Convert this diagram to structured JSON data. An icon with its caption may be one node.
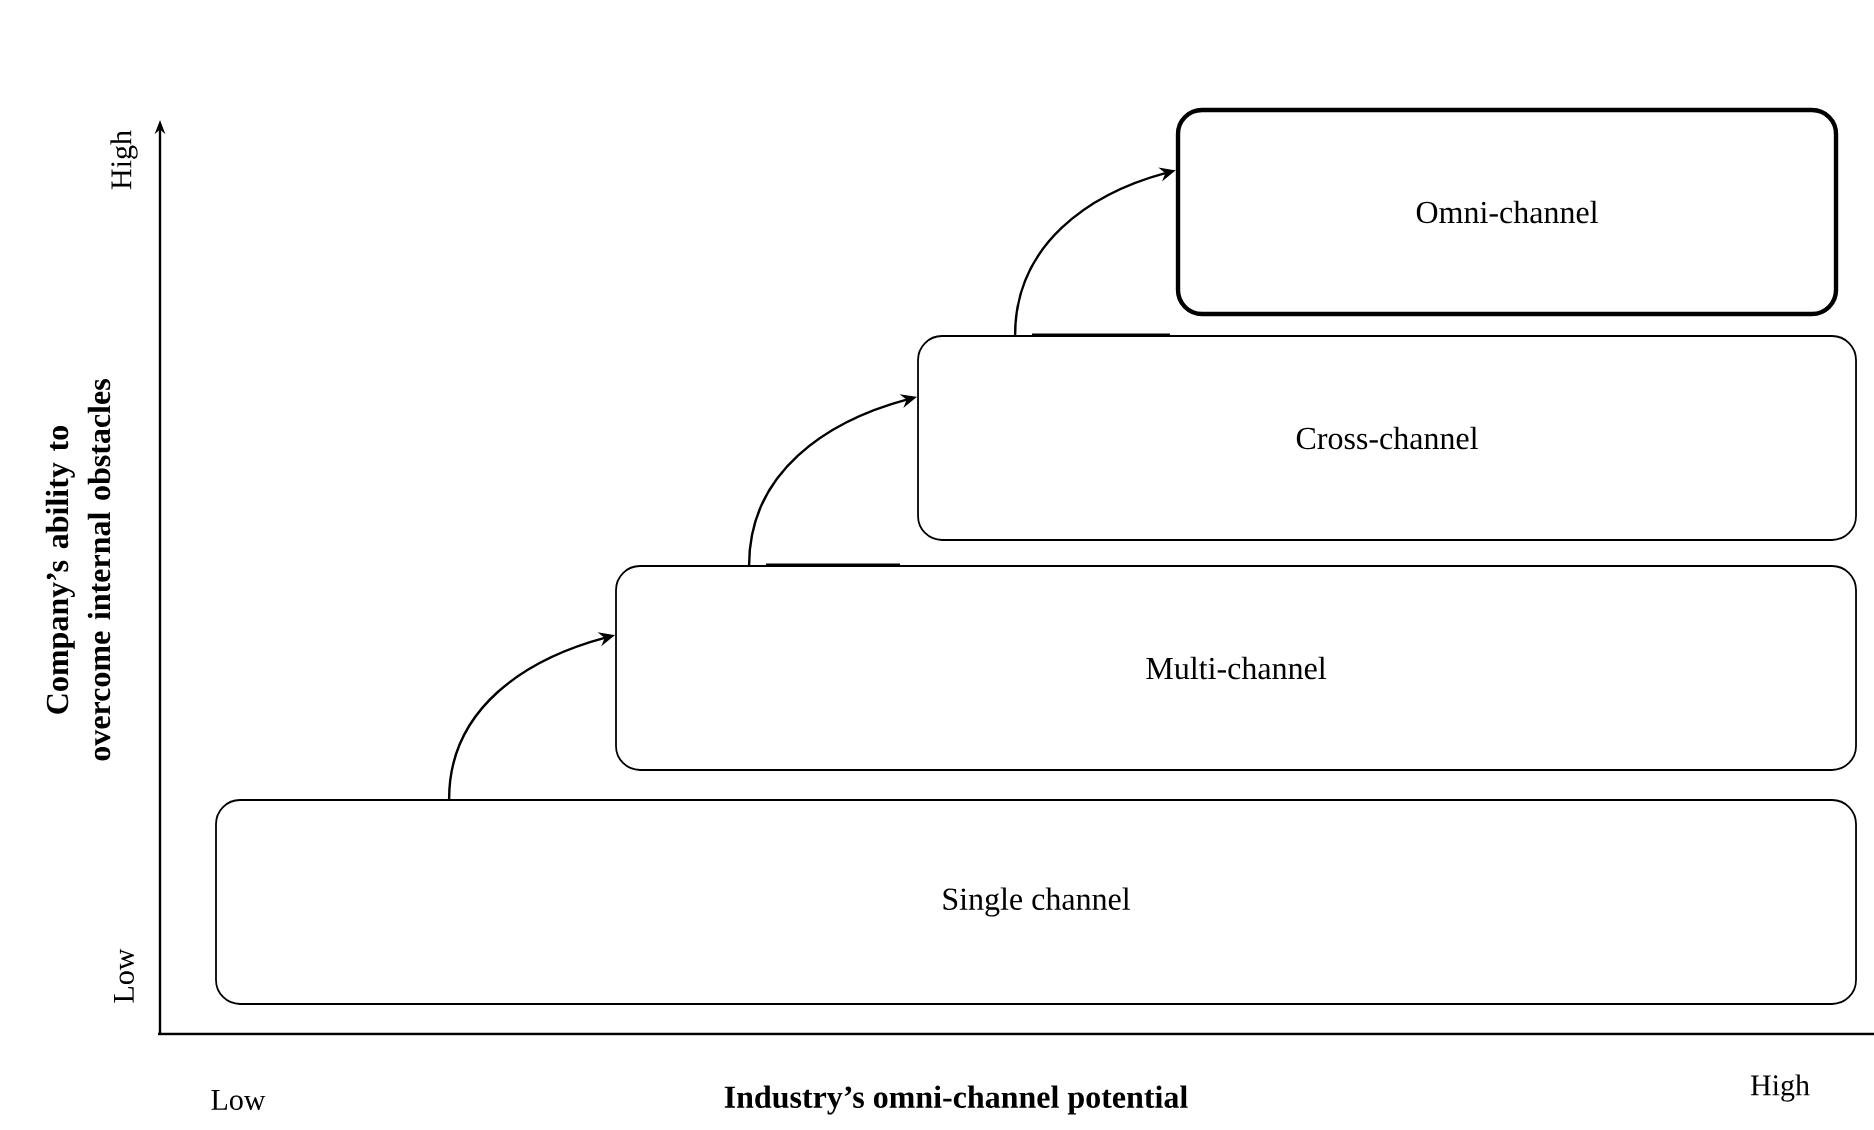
{
  "diagram": {
    "nodes": [
      {
        "text": [
          "Single channel"
        ]
      },
      {
        "text": [
          "Multi-channel"
        ]
      },
      {
        "text": [
          "Cross-channel"
        ]
      },
      {
        "text": [
          "Omni-channel"
        ]
      }
    ],
    "edges": [
      {
        "from": 0,
        "to": 1,
        "arrow": "to"
      },
      {
        "from": 1,
        "to": 2,
        "arrow": "to"
      },
      {
        "from": 2,
        "to": 3,
        "arrow": "to"
      }
    ],
    "labels": [
      "High",
      "Company’s ability to overcome internal obstacles",
      "Low",
      "Low",
      "Industry’s omni-channel potential",
      "High"
    ]
  }
}
